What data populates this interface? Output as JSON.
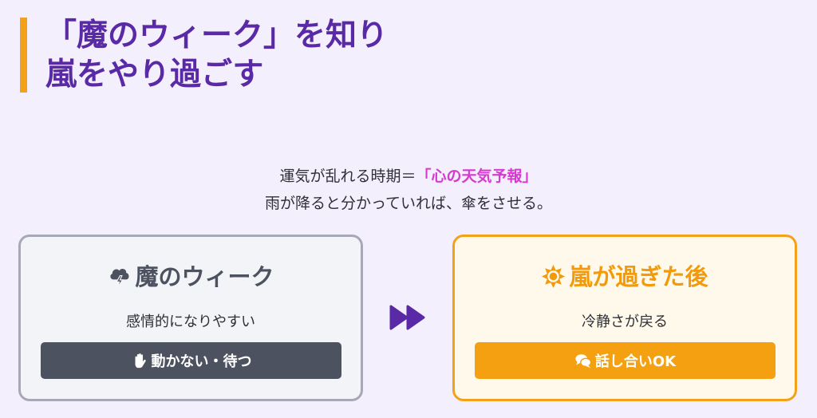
{
  "header": {
    "title_line1": "「魔のウィーク」を知り",
    "title_line2": "嵐をやり過ごす"
  },
  "intro": {
    "line1_prefix": "運気が乱れる時期＝",
    "line1_highlight": "「心の天気予報」",
    "line2": "雨が降ると分かっていれば、傘をさせる。"
  },
  "cards": {
    "before": {
      "icon": "storm-cloud-icon",
      "title": "魔のウィーク",
      "description": "感情的になりやすい",
      "action_icon": "hand-stop-icon",
      "action_label": "動かない・待つ"
    },
    "after": {
      "icon": "sun-icon",
      "title": "嵐が過ぎた後",
      "description": "冷静さが戻る",
      "action_icon": "chat-bubbles-icon",
      "action_label": "話し合いOK"
    }
  },
  "transition_icon": "fast-forward-icon",
  "colors": {
    "background": "#f3effd",
    "title": "#5a2aa6",
    "accent_orange": "#f4a11a",
    "highlight_pink": "#d63ad0",
    "slate": "#4d5260"
  }
}
